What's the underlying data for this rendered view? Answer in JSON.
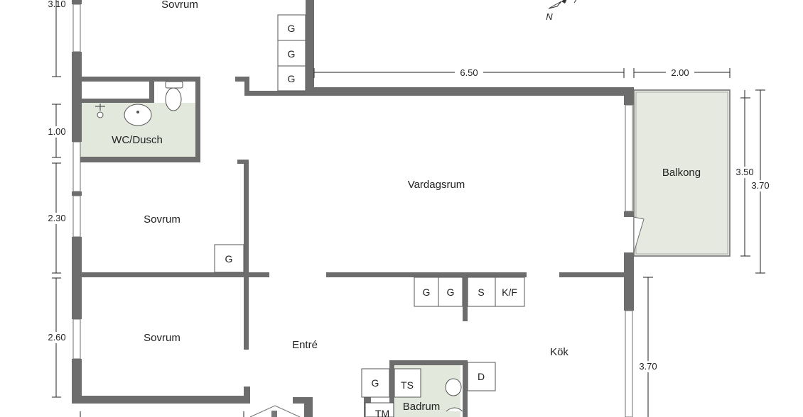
{
  "rooms": {
    "sovrum_top": "Sovrum",
    "wc_dusch": "WC/Dusch",
    "sovrum_mid": "Sovrum",
    "sovrum_bottom": "Sovrum",
    "vardagsrum": "Vardagsrum",
    "balkong": "Balkong",
    "entre": "Entré",
    "kok": "Kök",
    "badrum": "Badrum"
  },
  "dimensions": {
    "d_3_10": "3.10",
    "d_1_00": "1.00",
    "d_2_30": "2.30",
    "d_2_60": "2.60",
    "d_6_50": "6.50",
    "d_2_00": "2.00",
    "d_3_50": "3.50",
    "d_3_70_balcony": "3.70",
    "d_3_70_kitchen": "3.70"
  },
  "fixtures": {
    "g": "G",
    "s": "S",
    "kf": "K/F",
    "d": "D",
    "ts": "TS",
    "tm": "TM"
  },
  "compass": {
    "north": "N"
  }
}
